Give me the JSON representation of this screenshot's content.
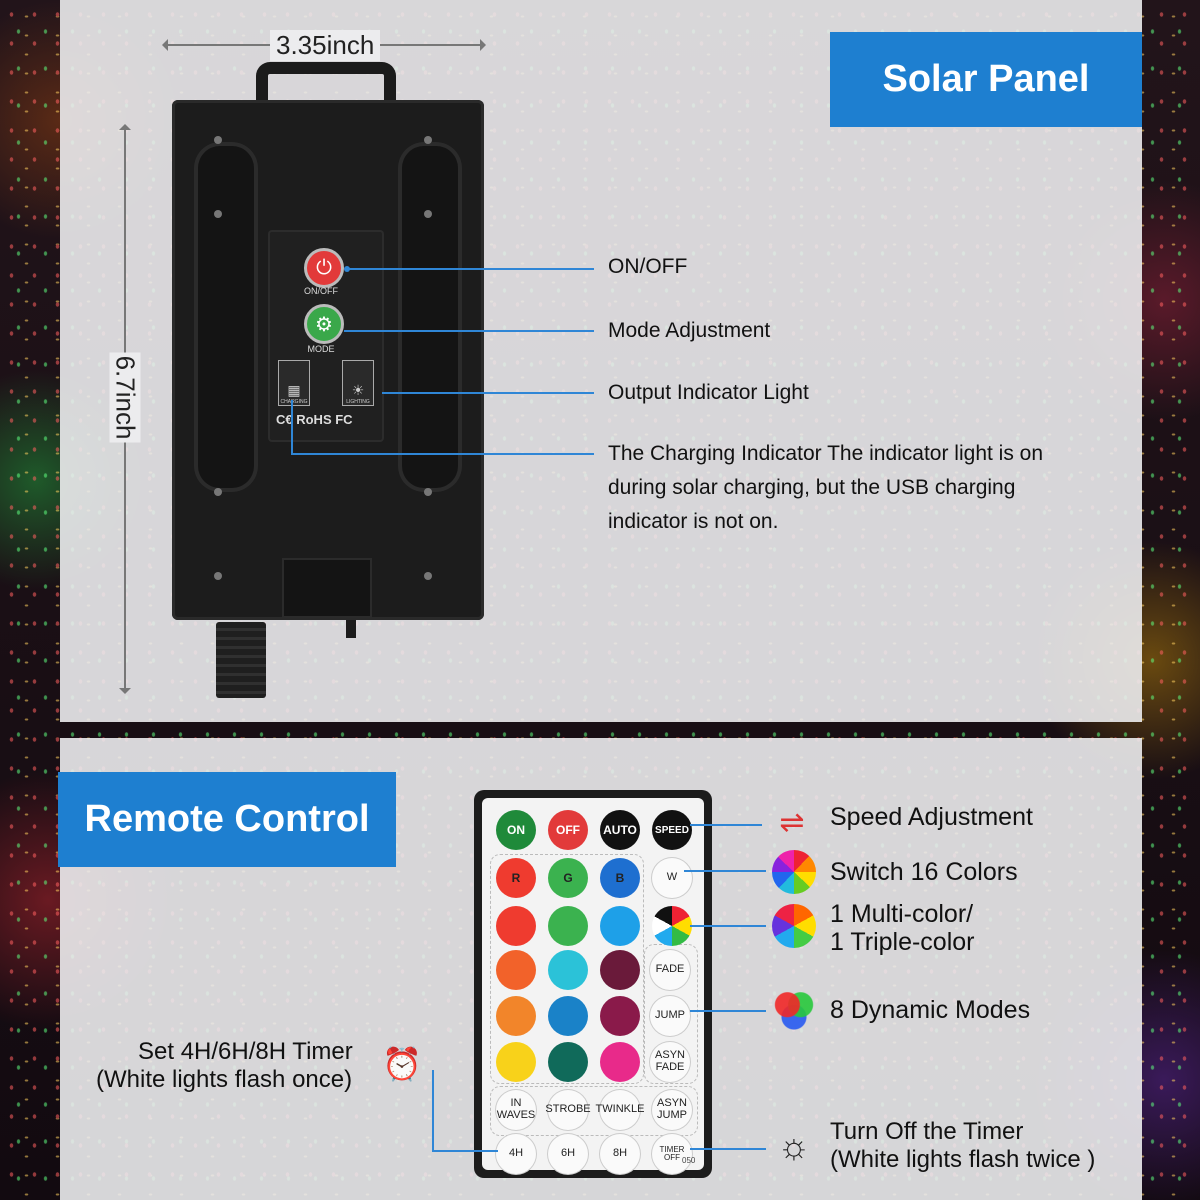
{
  "solar": {
    "title": "Solar Panel",
    "width_label": "3.35inch",
    "height_label": "6.7inch",
    "btn_onoff_label": "ON/OFF",
    "btn_mode_label": "MODE",
    "charging_label": "CHARGING",
    "lighting_label": "LIGHTING",
    "cert_label": "C€ RoHS FC",
    "callouts": {
      "onoff": "ON/OFF",
      "mode": "Mode Adjustment",
      "output": "Output Indicator Light",
      "charging_1": "The Charging Indicator The indicator light is on",
      "charging_2": "during solar charging, but the USB charging",
      "charging_3": "indicator is not on."
    }
  },
  "remote": {
    "title": "Remote Control",
    "serial": "050",
    "row1": [
      "ON",
      "OFF",
      "AUTO",
      "SPEED"
    ],
    "rgbw": [
      "R",
      "G",
      "B",
      "W"
    ],
    "modes": [
      "FADE",
      "JUMP",
      "ASYN FADE"
    ],
    "effects": [
      "IN WAVES",
      "STROBE",
      "TWINKLE",
      "ASYN JUMP"
    ],
    "timers": [
      "4H",
      "6H",
      "8H",
      "TIMER OFF"
    ],
    "colors": {
      "on": "#1f8a3a",
      "off": "#e23a3a",
      "dark": "#111111",
      "grid": [
        "#ef3b2f",
        "#3bb24f",
        "#1ea0e8",
        "#f2622a",
        "#2bc2d8",
        "#6a1a3a",
        "#f2852a",
        "#1a82c8",
        "#8a1a4a",
        "#f8d21a",
        "#106a5a",
        "#e82a8a"
      ]
    },
    "callouts": {
      "speed": "Speed Adjustment",
      "switch": "Switch 16 Colors",
      "multi_1": "1 Multi-color/",
      "multi_2": "1 Triple-color",
      "dynamic": "8 Dynamic Modes",
      "timer_1": "Set 4H/6H/8H Timer",
      "timer_2": "(White lights flash once)",
      "off_1": "Turn Off the Timer",
      "off_2": "(White lights flash twice )"
    }
  }
}
